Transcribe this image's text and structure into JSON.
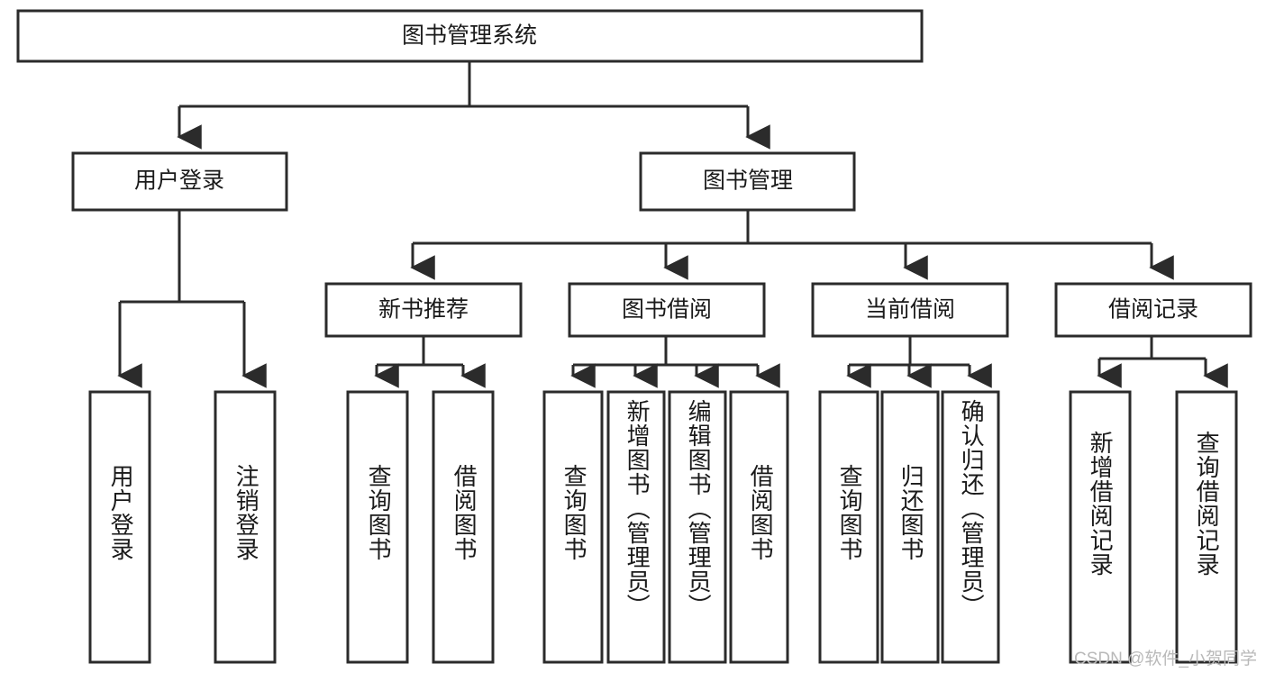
{
  "diagram": {
    "type": "tree-hierarchy",
    "title_node": {
      "label": "图书管理系统"
    },
    "level2": [
      {
        "id": "user-login",
        "label": "用户登录"
      },
      {
        "id": "book-management",
        "label": "图书管理"
      }
    ],
    "level3": [
      {
        "id": "new-book-recommend",
        "label": "新书推荐"
      },
      {
        "id": "book-borrow",
        "label": "图书借阅"
      },
      {
        "id": "current-borrow",
        "label": "当前借阅"
      },
      {
        "id": "borrow-record",
        "label": "借阅记录"
      }
    ],
    "leaves": [
      {
        "id": "leaf-user-login",
        "label": "用户登录",
        "parent": "user-login"
      },
      {
        "id": "leaf-logout-login",
        "label": "注销登录",
        "parent": "user-login"
      },
      {
        "id": "leaf-query-book-1",
        "label": "查询图书",
        "parent": "new-book-recommend"
      },
      {
        "id": "leaf-borrow-book-1",
        "label": "借阅图书",
        "parent": "new-book-recommend"
      },
      {
        "id": "leaf-query-book-2",
        "label": "查询图书",
        "parent": "book-borrow"
      },
      {
        "id": "leaf-add-book",
        "label": "新增图书（管理员）",
        "parent": "book-borrow"
      },
      {
        "id": "leaf-edit-book",
        "label": "编辑图书（管理员）",
        "parent": "book-borrow"
      },
      {
        "id": "leaf-borrow-book-2",
        "label": "借阅图书",
        "parent": "book-borrow"
      },
      {
        "id": "leaf-query-book-3",
        "label": "查询图书",
        "parent": "current-borrow"
      },
      {
        "id": "leaf-return-book",
        "label": "归还图书",
        "parent": "current-borrow"
      },
      {
        "id": "leaf-confirm-return",
        "label": "确认归还（管理员）",
        "parent": "current-borrow"
      },
      {
        "id": "leaf-add-borrow-record",
        "label": "新增借阅记录",
        "parent": "borrow-record"
      },
      {
        "id": "leaf-query-borrow-record",
        "label": "查询借阅记录",
        "parent": "borrow-record"
      }
    ],
    "colors": {
      "stroke": "#2b2b2b",
      "box_fill": "#ffffff",
      "text": "#1a1a1a",
      "background": "#ffffff",
      "watermark": "#b9b9b9"
    }
  },
  "watermark": {
    "text": "CSDN @软件_小贺同学"
  }
}
